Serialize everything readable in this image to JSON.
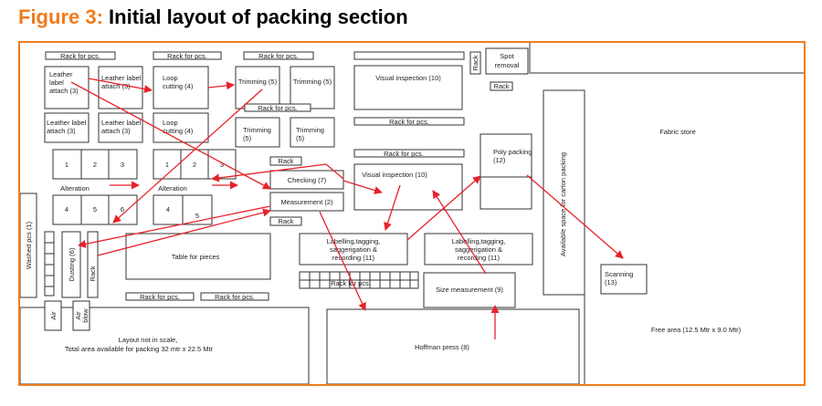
{
  "figure": {
    "label": "Figure 3:",
    "title": "Initial layout of packing section"
  },
  "labels": {
    "rack_pcs": "Rack for pcs.",
    "rack": "Rack",
    "leather1_a": "Leather",
    "leather1_b": "label",
    "leather1_c": "attach (3)",
    "leather2_a": "Leather label",
    "leather2_b": "attach (3)",
    "leather3_a": "Leather label",
    "leather3_b": "attach (3)",
    "leather4_a": "Leather label",
    "leather4_b": "attach (3)",
    "loop_a": "Loop",
    "loop_b": "cutting (4)",
    "trimming_row": "Trimming (5)",
    "trimming_a": "Trimming",
    "trimming_b": "(5)",
    "visual_top": "Visual inspection (10)",
    "visual_mid": "Visual inspection (10)",
    "spot_a": "Spot",
    "spot_b": "removal",
    "fabric_store": "Fabric store",
    "poly_a": "Poly packing",
    "poly_b": "(12)",
    "carton_space": "Available space for carton packing",
    "alteration": "Alteration",
    "n1": "1",
    "n2": "2",
    "n3": "3",
    "n4": "4",
    "n5": "5",
    "n6": "6",
    "checking": "Checking (7)",
    "measurement": "Measurement (2)",
    "label_a": "Labelling,tagging,",
    "label_b": "saggerigation &",
    "label_c": "recording (11)",
    "label2_c": "recording (11)",
    "table_pieces": "Table for pieces",
    "washed": "Washed pcs (1)",
    "dusting": "Dusting (6)",
    "air_a": "Air",
    "air_b": "blow",
    "size": "Size measurement (9)",
    "scanning_a": "Scanning",
    "scanning_b": "(13)",
    "hoffman": "Hoffman press (8)",
    "free_area": "Free area (12.5 Mtr x 9.0 Mtr)",
    "note_a": "Layout not in scale,",
    "note_b": "Total area available for packing 32 mtr x 22.5 Mtr"
  },
  "colors": {
    "accent": "#f07c1e",
    "arrow": "#e8212b",
    "line": "#333333"
  }
}
